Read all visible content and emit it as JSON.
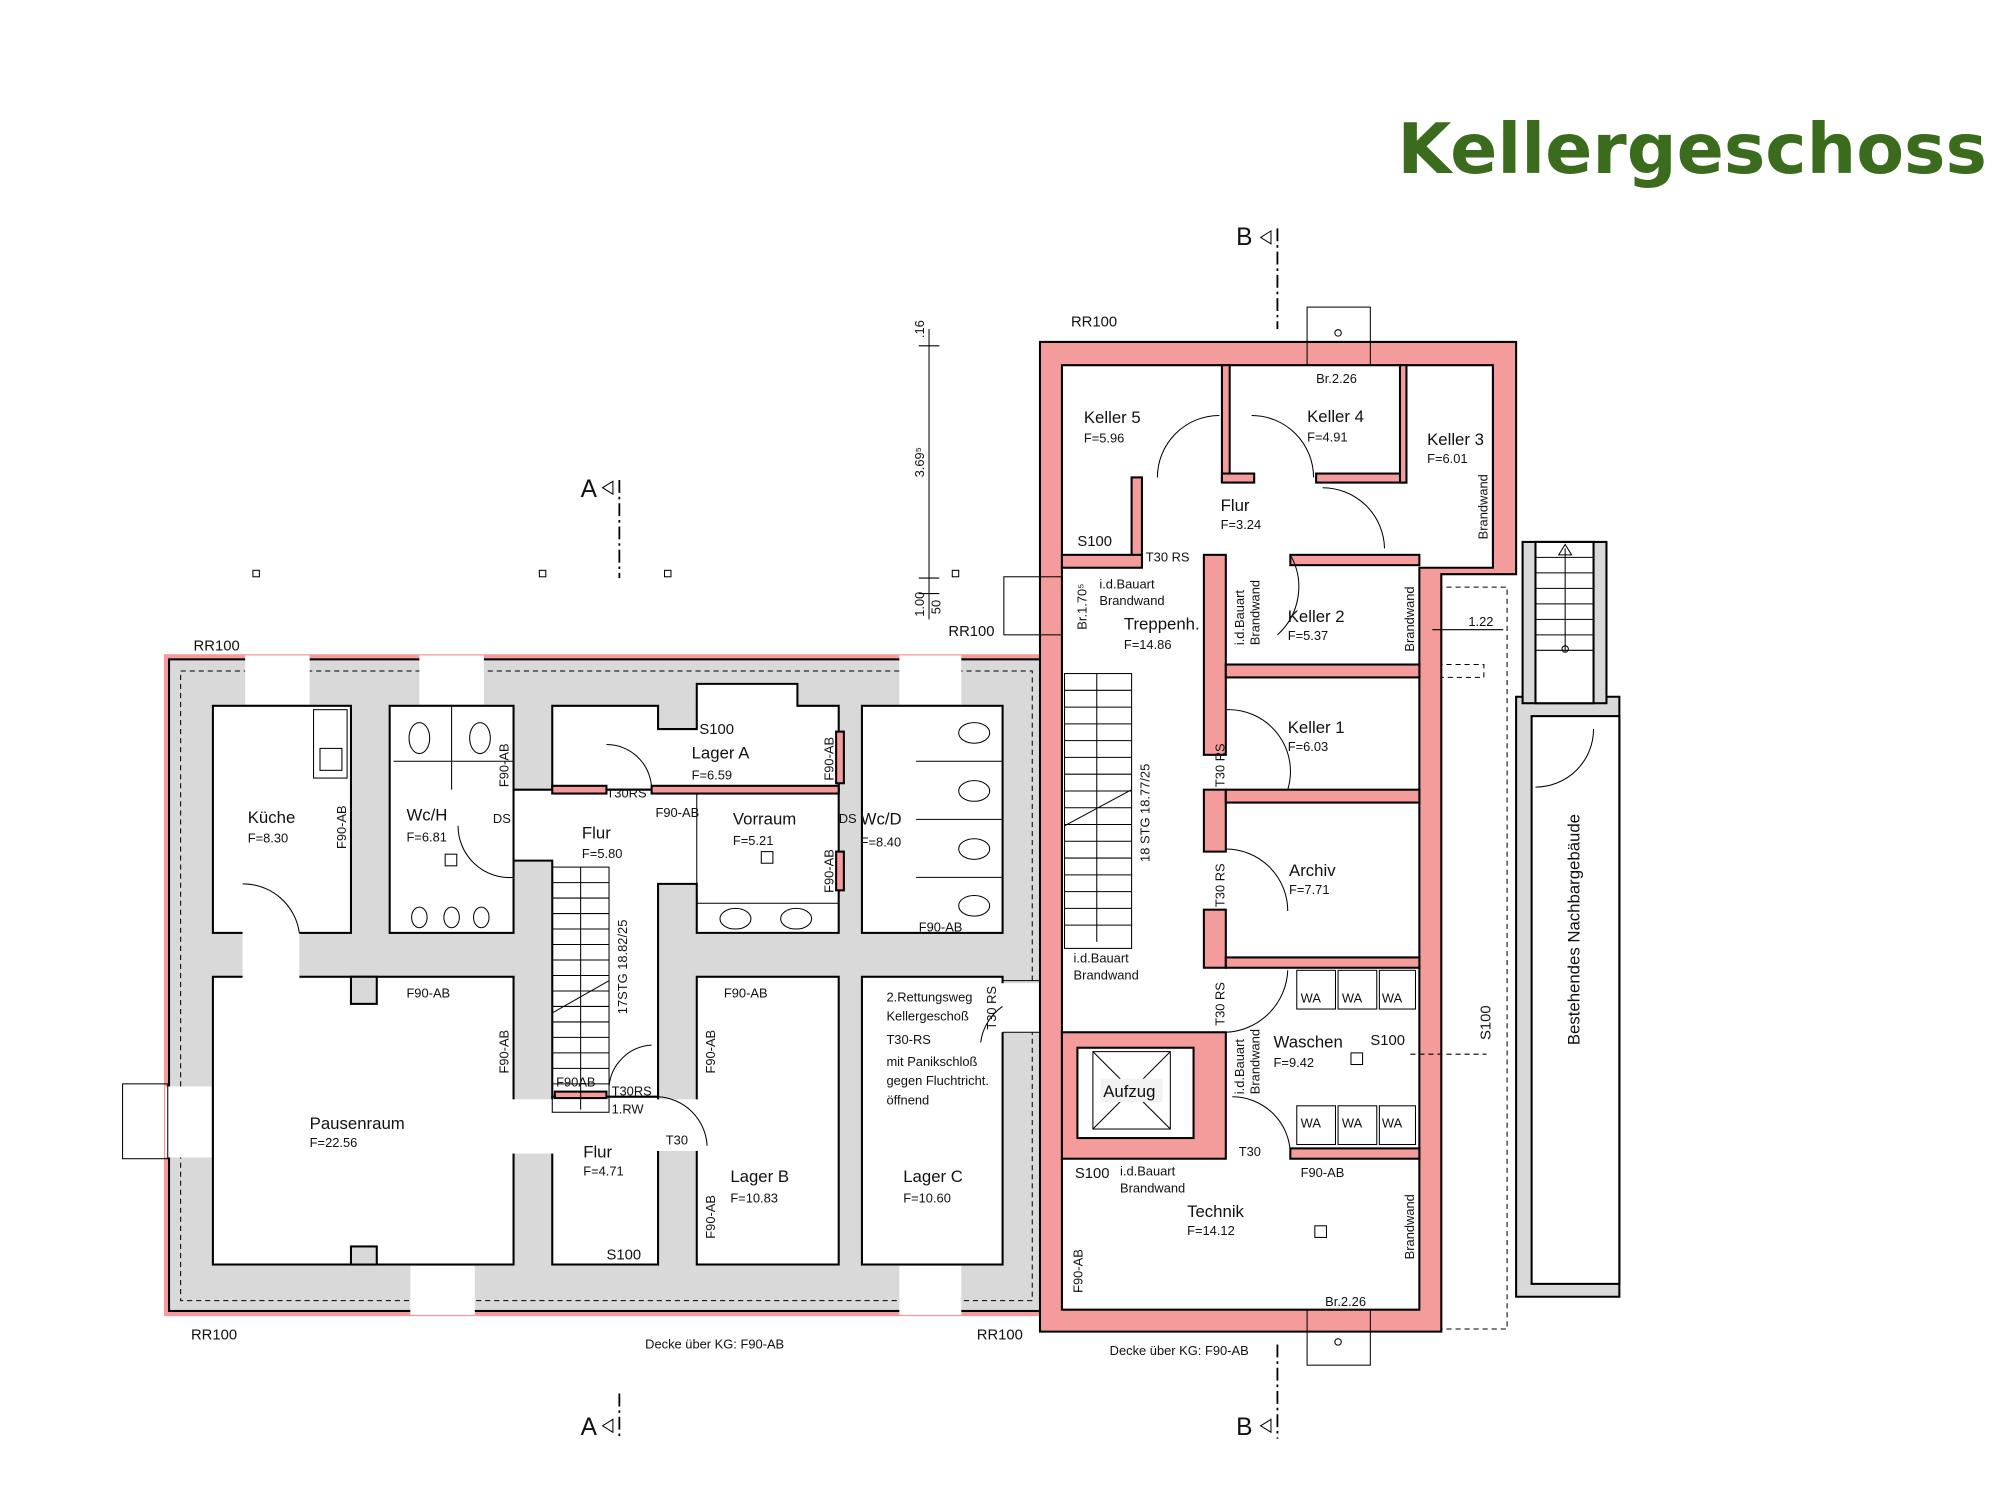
{
  "title": "Kellergeschoss",
  "colors": {
    "title": "#3b6b1c",
    "fire_wall": "#f49c9c",
    "wall": "#d9d9d9"
  },
  "sections": {
    "a": "A",
    "b": "B"
  },
  "rr100": "RR100",
  "s100": "S100",
  "f90ab": "F90-AB",
  "f90ab_short": "F90AB",
  "t30rs": "T30RS",
  "t30_rs": "T30 RS",
  "t30": "T30",
  "ds": "DS",
  "wa": "WA",
  "bauart1": "i.d.Bauart",
  "bauart1b": "i.d.Bauart",
  "bauart2": "Brandwand",
  "brandwand": "Brandwand",
  "decke": "Decke über KG: F90-AB",
  "dimensions": {
    "d16": ".16",
    "d369": "3.69⁵",
    "d100": "1.00",
    "d50": "50",
    "d122": "1.22",
    "br226": "Br.2.26",
    "br1705": "Br.1.70⁵"
  },
  "left": {
    "kueche": {
      "name": "Küche",
      "area": "F=8.30"
    },
    "wch": {
      "name": "Wc/H",
      "area": "F=6.81"
    },
    "lager_a": {
      "name": "Lager  A",
      "area": "F=6.59"
    },
    "flur1": {
      "name": "Flur",
      "area": "F=5.80"
    },
    "vorraum": {
      "name": "Vorraum",
      "area": "F=5.21"
    },
    "wcd": {
      "name": "Wc/D",
      "area": "F=8.40"
    },
    "pausenraum": {
      "name": "Pausenraum",
      "area": "F=22.56"
    },
    "flur2": {
      "name": "Flur",
      "area": "F=4.71"
    },
    "lager_b": {
      "name": "Lager  B",
      "area": "F=10.83"
    },
    "lager_c": {
      "name": "Lager  C",
      "area": "F=10.60"
    },
    "stairs": "17STG  18.82/25",
    "rw": "1.RW",
    "rettung": [
      "2.Rettungsweg",
      "Kellergeschoß",
      "T30-RS",
      "mit Panikschloß",
      "gegen Fluchtricht.",
      "öffnend"
    ]
  },
  "right": {
    "keller5": {
      "name": "Keller  5",
      "area": "F=5.96"
    },
    "keller4": {
      "name": "Keller  4",
      "area": "F=4.91"
    },
    "keller3": {
      "name": "Keller  3",
      "area": "F=6.01"
    },
    "flur": {
      "name": "Flur",
      "area": "F=3.24"
    },
    "treppenh": {
      "name": "Treppenh.",
      "area": "F=14.86"
    },
    "keller2": {
      "name": "Keller  2",
      "area": "F=5.37"
    },
    "keller1": {
      "name": "Keller  1",
      "area": "F=6.03"
    },
    "archiv": {
      "name": "Archiv",
      "area": "F=7.71"
    },
    "waschen": {
      "name": "Waschen",
      "area": "F=9.42"
    },
    "aufzug": "Aufzug",
    "technik": {
      "name": "Technik",
      "area": "F=14.12"
    },
    "stairs": "18  STG  18.77/25",
    "neighbour": "Bestehendes Nachbargebäude"
  }
}
